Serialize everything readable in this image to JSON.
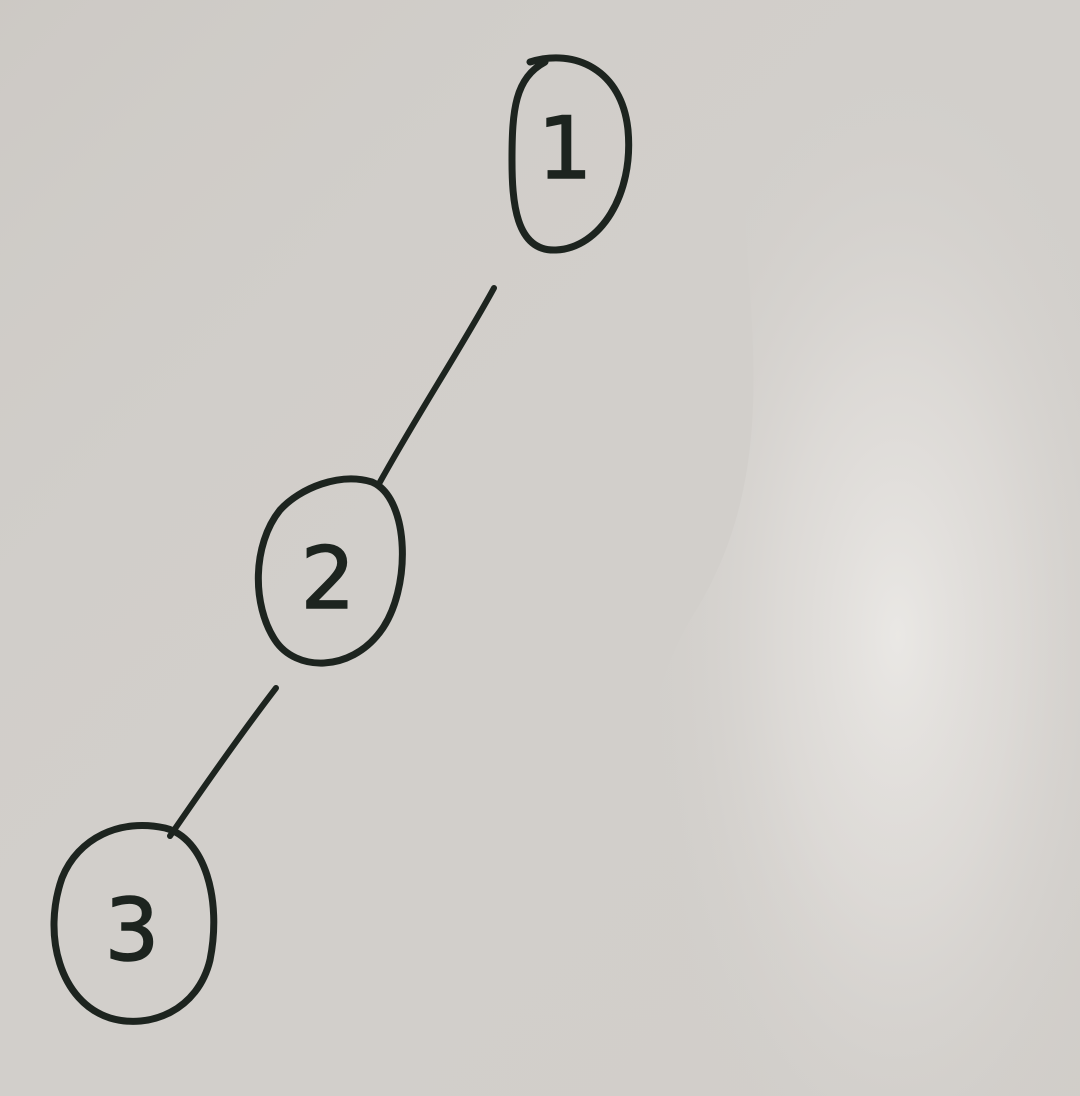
{
  "diagram": {
    "type": "binary-tree",
    "nodes": [
      {
        "id": "n1",
        "label": "1"
      },
      {
        "id": "n2",
        "label": "2"
      },
      {
        "id": "n3",
        "label": "3"
      }
    ],
    "edges": [
      {
        "from": "n1",
        "to": "n2"
      },
      {
        "from": "n2",
        "to": "n3"
      }
    ]
  },
  "colors": {
    "paper": "#d2cfcb",
    "ink": "#1d241f",
    "highlight": "#ebe9e6"
  }
}
